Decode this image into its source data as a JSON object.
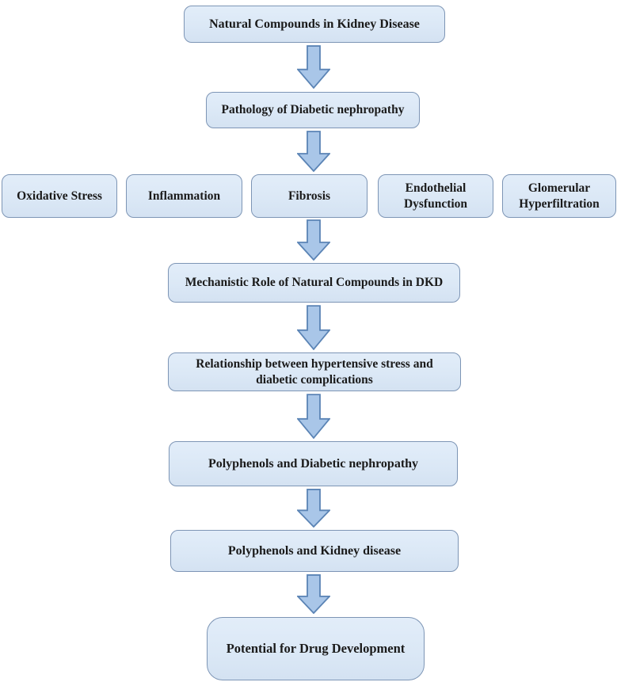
{
  "diagram": {
    "type": "flowchart",
    "colors": {
      "background": "#ffffff",
      "box_fill": "#dbe8f6",
      "box_border": "#7d95b5",
      "arrow_fill": "#a9c6e8",
      "arrow_border": "#5b84b5",
      "text_color": "#1a1a1a"
    },
    "nodes": {
      "natural_compounds": "Natural Compounds in Kidney Disease",
      "pathology": "Pathology of Diabetic nephropathy",
      "oxidative_stress": "Oxidative Stress",
      "inflammation": "Inflammation",
      "fibrosis": "Fibrosis",
      "endothelial_dysfunction": "Endothelial Dysfunction",
      "glomerular_hyperfiltration": "Glomerular Hyperfiltration",
      "mechanistic_role": "Mechanistic Role of Natural Compounds in DKD",
      "relationship": "Relationship between hypertensive stress and diabetic complications",
      "polyphenols_dn": "Polyphenols and Diabetic nephropathy",
      "polyphenols_kd": "Polyphenols and Kidney disease",
      "drug_development": "Potential for Drug Development"
    },
    "edges": [
      [
        "natural_compounds",
        "pathology"
      ],
      [
        "pathology",
        "fibrosis"
      ],
      [
        "fibrosis",
        "mechanistic_role"
      ],
      [
        "mechanistic_role",
        "relationship"
      ],
      [
        "relationship",
        "polyphenols_dn"
      ],
      [
        "polyphenols_dn",
        "polyphenols_kd"
      ],
      [
        "polyphenols_kd",
        "drug_development"
      ]
    ]
  }
}
